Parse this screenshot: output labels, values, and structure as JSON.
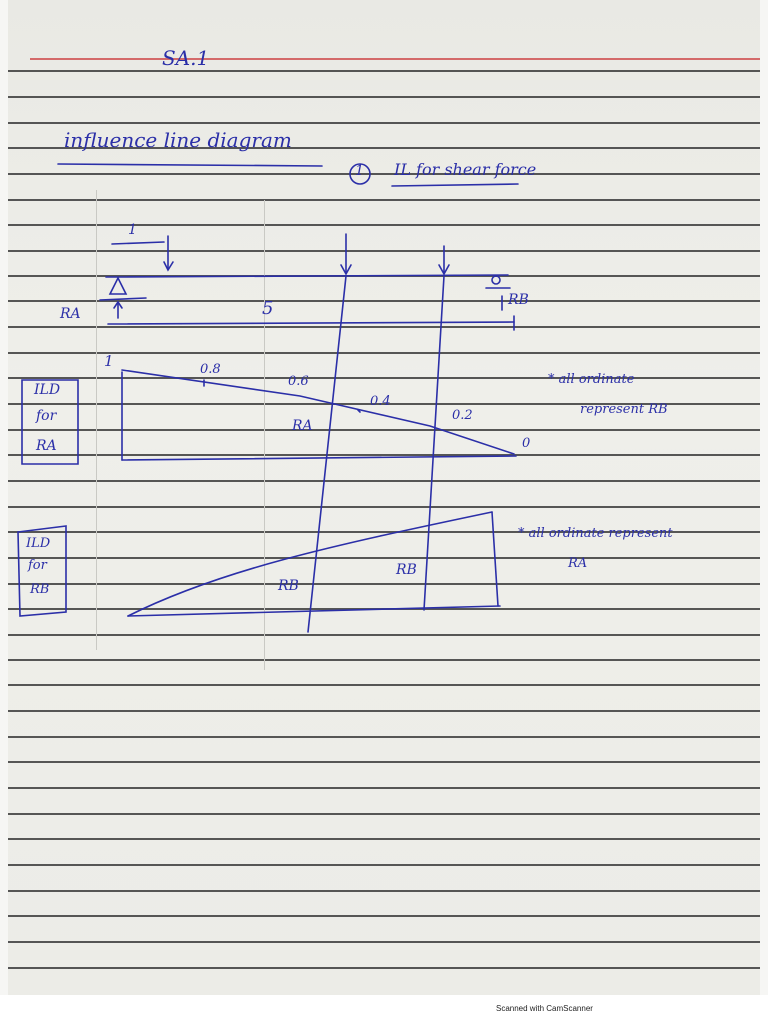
{
  "header": {
    "title": "SA.1"
  },
  "heading": {
    "text": "influence line diagram"
  },
  "subheading": {
    "number": "1",
    "text": "IL for shear force"
  },
  "beam": {
    "load_label": "1",
    "span_label": "5",
    "support_left_label": "RA",
    "support_right_label": "RB"
  },
  "ild_ra": {
    "box_label_lines": [
      "ILD",
      "for",
      "RA"
    ],
    "start_value": "1",
    "ordinates": [
      "0.8",
      "0.6",
      "0.4",
      "0.2"
    ],
    "end_value": "0",
    "inner_label": "RA",
    "note": [
      "* all ordinate",
      "represent RB"
    ]
  },
  "ild_rb": {
    "box_label_lines": [
      "ILD",
      "for",
      "RB"
    ],
    "inner_labels": [
      "RB",
      "RB"
    ],
    "note": [
      "* all ordinate represent",
      "RA"
    ]
  },
  "footer": {
    "scan_note": "Scanned with CamScanner"
  },
  "colors": {
    "ink": "#2b2fa8",
    "rule": "#3b3b3b",
    "margin": "#d46a6a"
  }
}
